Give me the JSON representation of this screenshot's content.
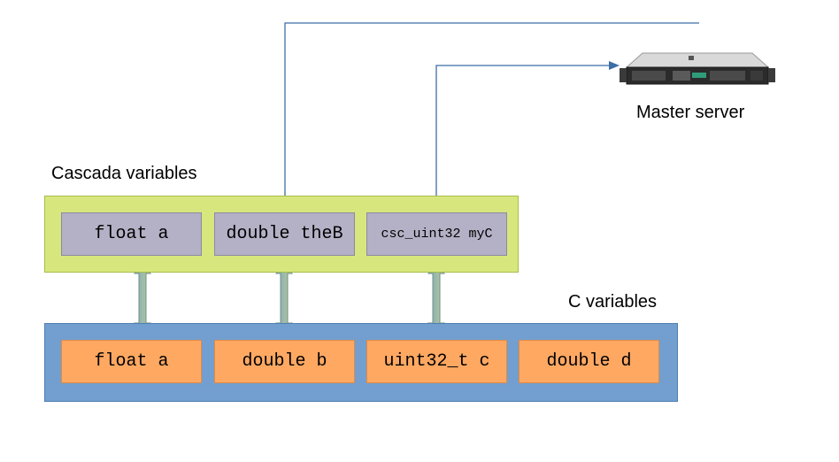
{
  "labels": {
    "cascada_title": "Cascada variables",
    "c_title": "C variables",
    "server_name": "Master server"
  },
  "cascada_vars": [
    "float a",
    "double theB",
    "csc_uint32 myC"
  ],
  "c_vars": [
    "float a",
    "double b",
    "uint32_t c",
    "double d"
  ],
  "colors": {
    "cascada_panel": "#d7e77d",
    "c_panel": "#729fcf",
    "cascada_var": "#b4b1c6",
    "c_var": "#ffa862",
    "connector_line": "#3c6ea8",
    "sync_arrow": "#9cb99a"
  },
  "icons": {
    "server": "rack-server-icon"
  }
}
